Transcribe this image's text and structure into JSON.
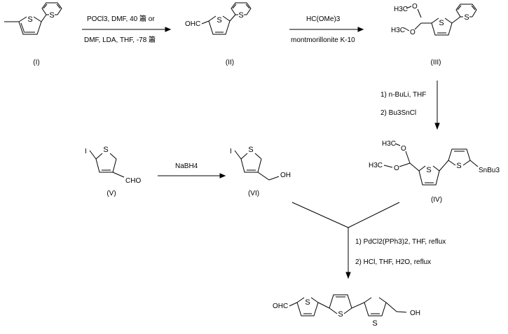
{
  "compounds": {
    "I": {
      "label": "(I)"
    },
    "II": {
      "label": "(II)",
      "group": "OHC"
    },
    "III": {
      "label": "(III)",
      "me1": "H3C",
      "me2": "H3C",
      "o1": "O",
      "o2": "O"
    },
    "IV": {
      "label": "(IV)",
      "me1": "H3C",
      "me2": "H3C",
      "o1": "O",
      "o2": "O",
      "stannyl": "SnBu3"
    },
    "V": {
      "label": "(V)",
      "iodo": "I",
      "cho": "CHO"
    },
    "VI": {
      "label": "(VI)",
      "iodo": "I",
      "oh": "OH"
    },
    "product": {
      "group": "OHC",
      "oh": "OH"
    }
  },
  "sulfur": "S",
  "reactions": {
    "step1": {
      "line1": "POCl3, DMF, 40 簫 or",
      "line2": "DMF, LDA, THF, -78 簫"
    },
    "step2": {
      "line1": "HC(OMe)3",
      "line2": "montmorillonite K-10"
    },
    "step3": {
      "line1": "1) n-BuLi, THF",
      "line2": "2) Bu3SnCl"
    },
    "step4": {
      "line1": "NaBH4"
    },
    "step5": {
      "line1": "1) PdCl2(PPh3)2, THF, reflux",
      "line2": "2) HCl, THF, H2O, reflux"
    }
  }
}
